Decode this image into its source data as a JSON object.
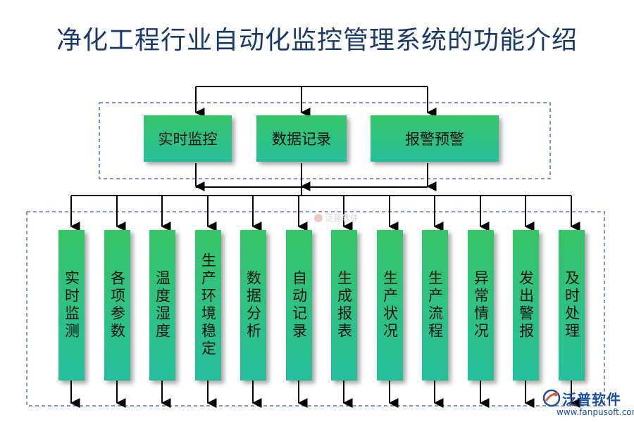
{
  "title": "净化工程行业自动化监控管理系统的功能介绍",
  "top_modules": [
    "实时监控",
    "数据记录",
    "报警预警"
  ],
  "sub_functions": [
    "实时监测",
    "各项参数",
    "温度湿度",
    "生产环境稳定",
    "数据分析",
    "自动记录",
    "生成报表",
    "生产状况",
    "生产流程",
    "异常情况",
    "发出警报",
    "及时处理"
  ],
  "watermark_center": "泛普软件",
  "brand": {
    "name": "泛普软件",
    "url": "www.fanpusoft.com"
  },
  "colors": {
    "title": "#17396b",
    "box_top": "#37c467",
    "box_bottom": "#26bf9e",
    "dashed_border": "#3b5aa8",
    "brand": "#1b4fa0"
  }
}
